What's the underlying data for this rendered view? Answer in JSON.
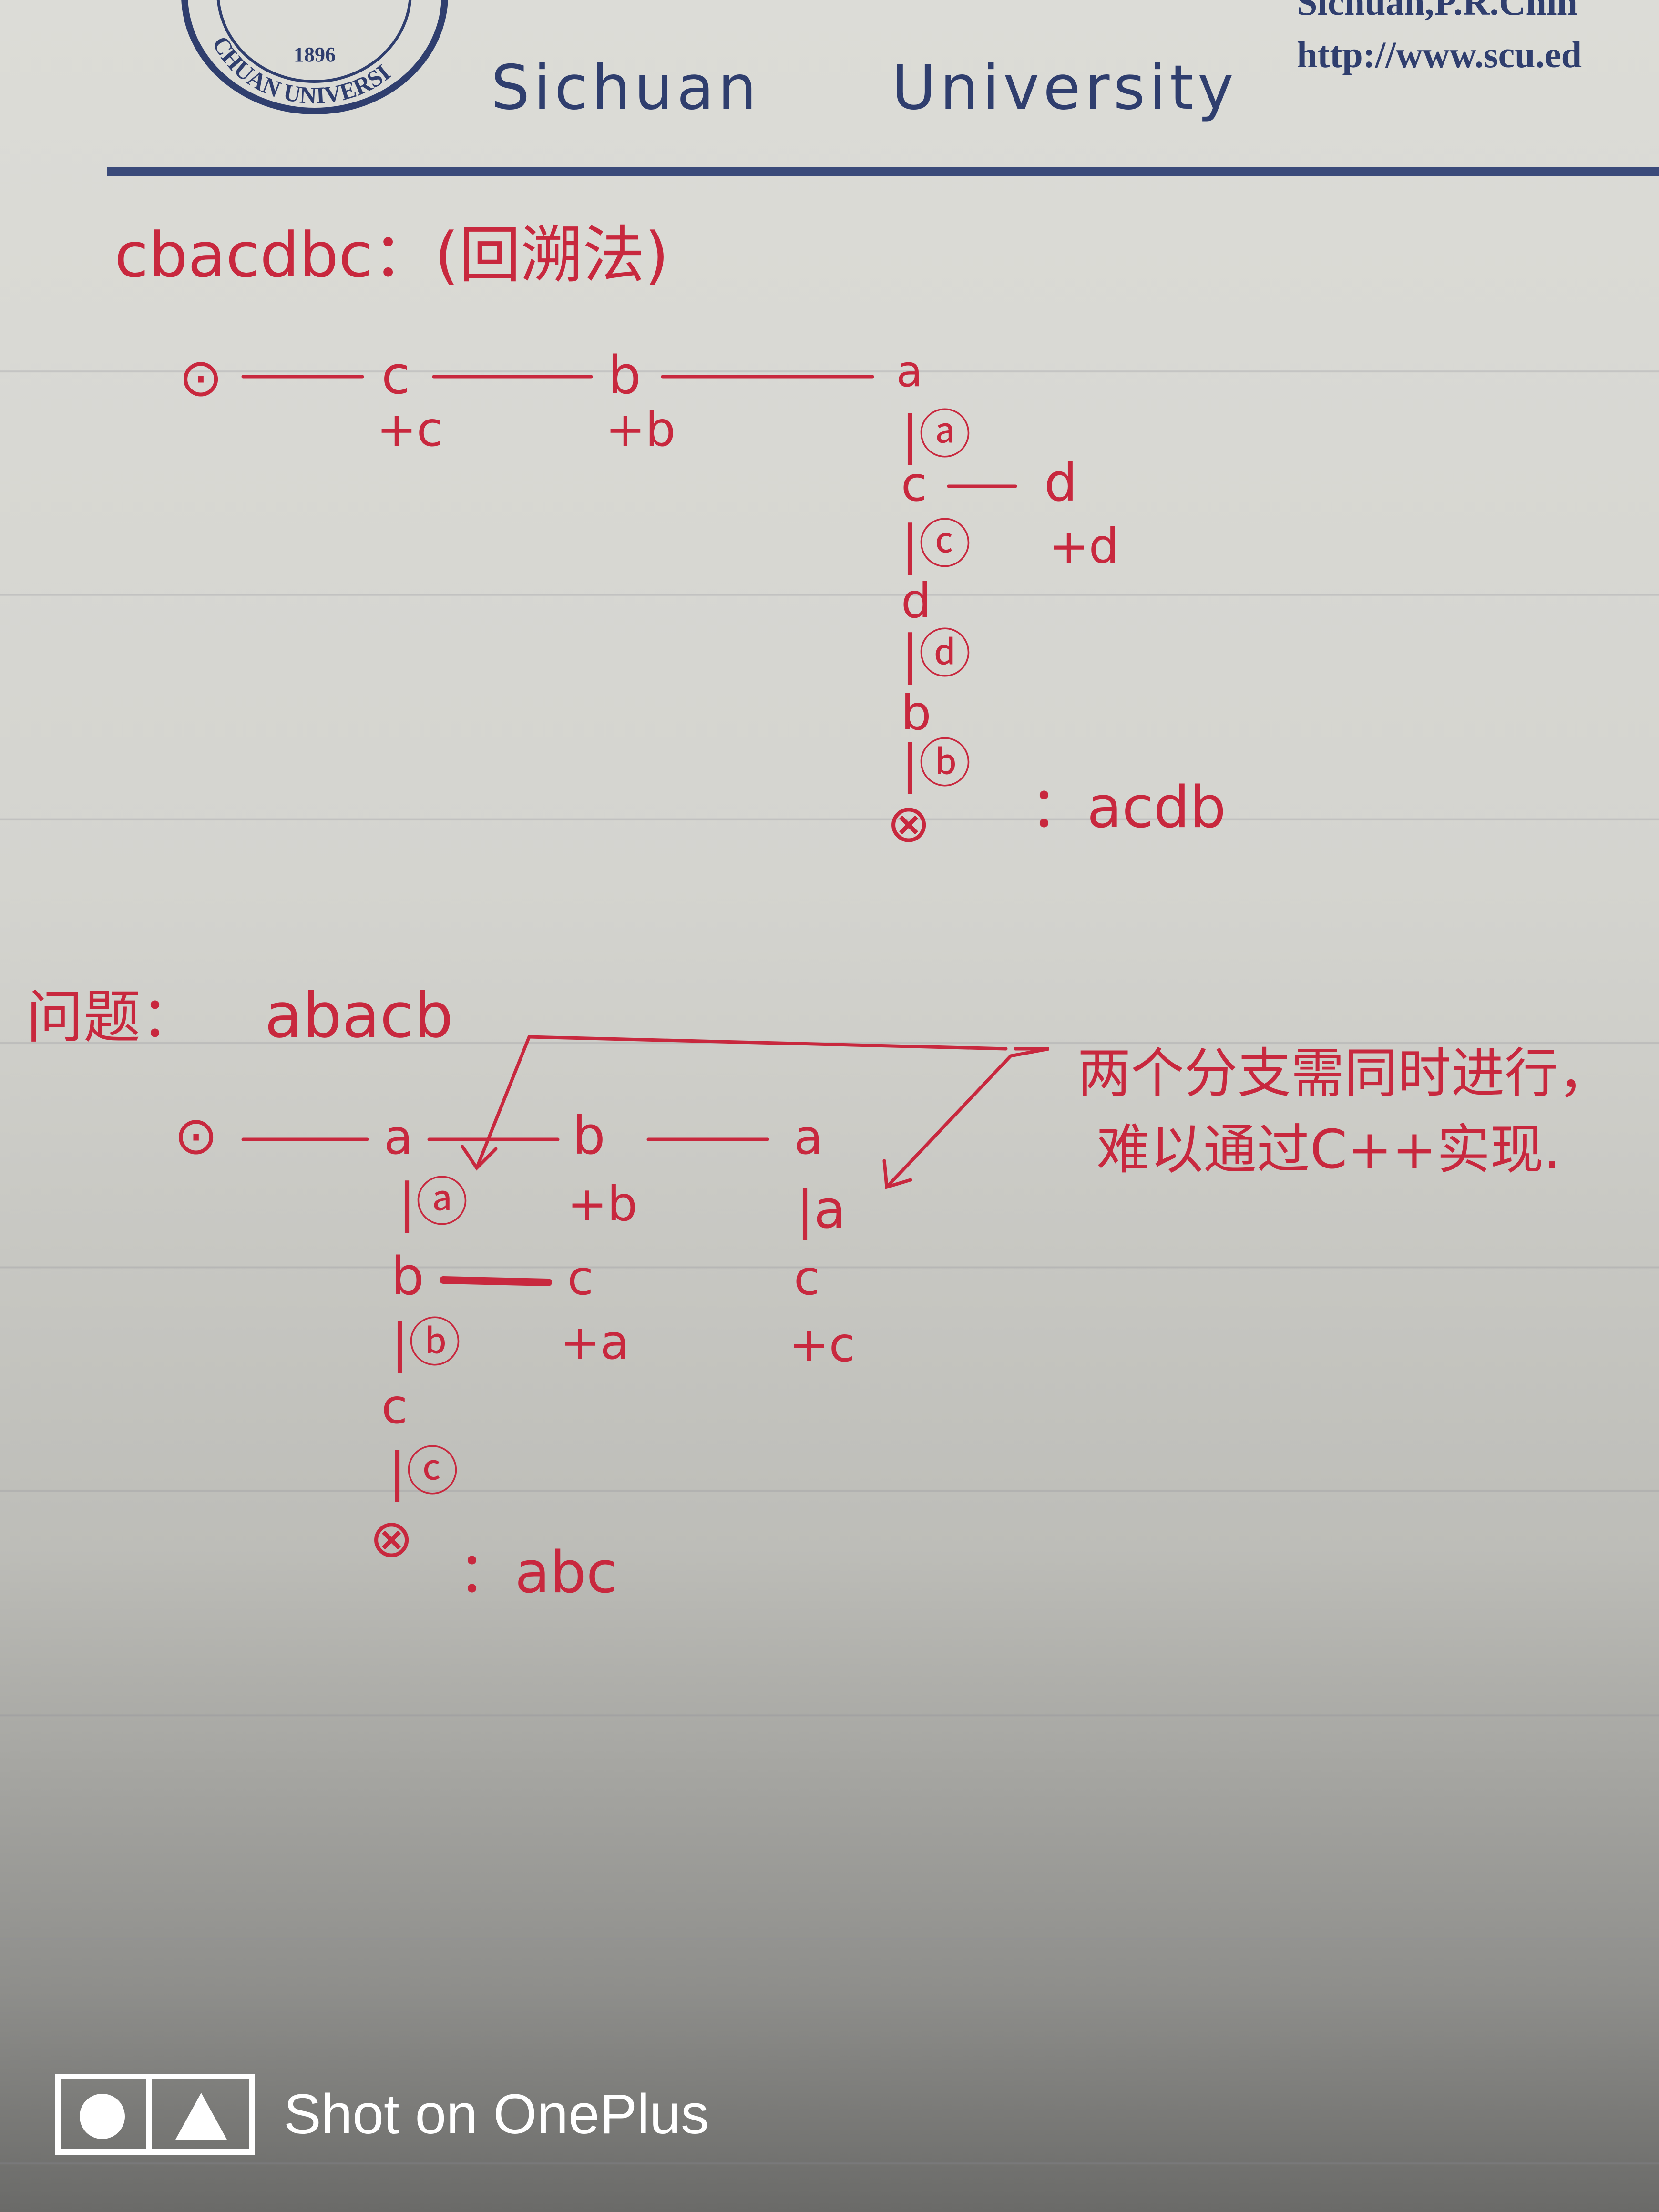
{
  "letterhead": {
    "seal_year": "1896",
    "seal_ring_text": "CHUAN UNIVERSI",
    "name_left": "Sichuan",
    "name_right": "University",
    "address": "Sichuan,P.R.Chin",
    "url": "http://www.scu.ed"
  },
  "notes": {
    "section1": {
      "heading": "cbacdbc：(回溯法)",
      "start_symbol": "⊙",
      "nodes": {
        "n1": "c",
        "n1_sub": "+c",
        "n2": "b",
        "n2_sub": "+b",
        "n3": "a",
        "n4": "|ⓐ",
        "n5": "c",
        "n6": "d",
        "n6_sub": "+d",
        "n7": "|ⓒ",
        "n8": "d",
        "n9": "|ⓓ",
        "n10": "b",
        "n11": "|ⓑ",
        "end_symbol": "⊗",
        "result": "：acdb"
      }
    },
    "section2": {
      "heading_label": "问题：",
      "heading_value": "abacb",
      "start_symbol": "⊙",
      "nodes": {
        "m1": "a",
        "m2": "b",
        "m3": "a",
        "m4": "|ⓐ",
        "m5": "+b",
        "m6": "|a",
        "m7": "b",
        "m8": "c",
        "m9": "c",
        "m10": "|ⓑ",
        "m11": "+a",
        "m12": "+c",
        "m13": "c",
        "m14": "|ⓒ",
        "end_symbol": "⊗",
        "result": "：abc"
      },
      "annotation_line1": "两个分支需同时进行，",
      "annotation_line2": "难以通过C++实现."
    }
  },
  "watermark": {
    "text": "Shot on OnePlus"
  }
}
